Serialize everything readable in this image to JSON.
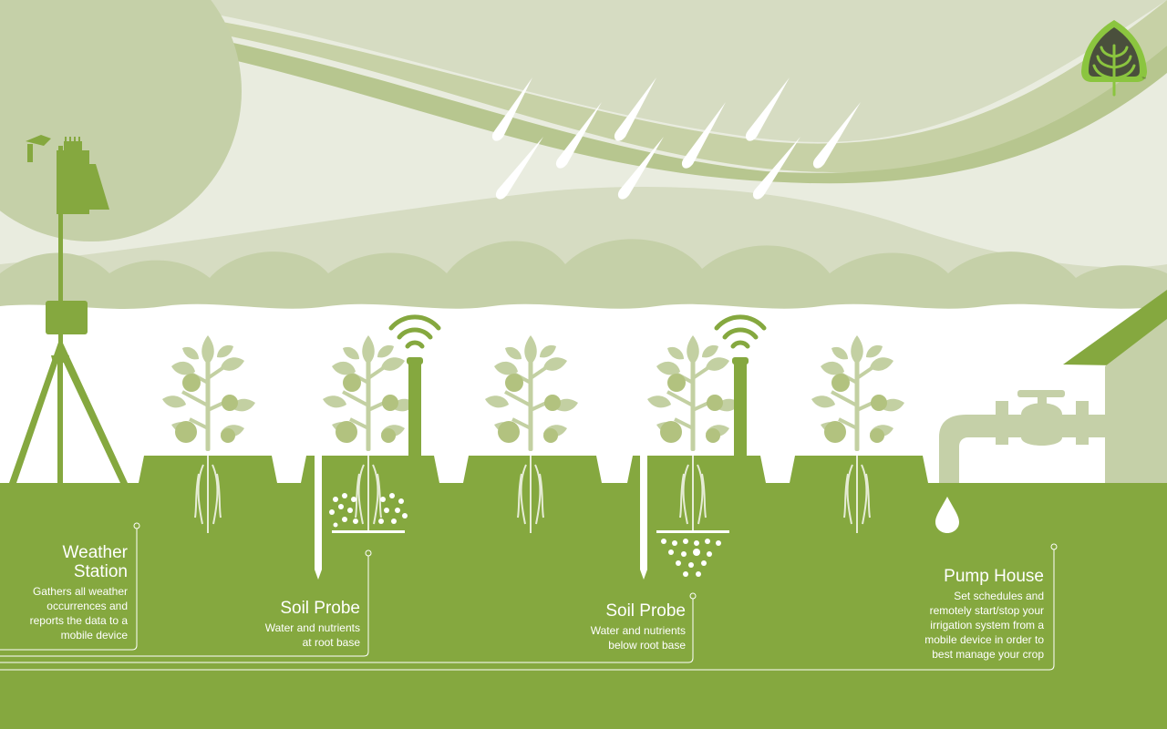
{
  "colors": {
    "sky": "#e9ecdf",
    "cloud": "#c5d0a8",
    "cloud_dark": "#b3c28d",
    "ground": "#85a83f",
    "plant": "#c3d0a2",
    "rain": "#ffffff",
    "logo_leaf": "#8bc53f",
    "logo_dark": "#4a4f3c"
  },
  "icons": [
    "weather-station-icon",
    "plant-icon",
    "wifi-signal-icon",
    "soil-probe-icon",
    "water-drop-icon",
    "pump-pipe-icon",
    "brand-logo-icon"
  ],
  "callouts": {
    "weather_station": {
      "title_line1": "Weather",
      "title_line2": "Station",
      "desc_lines": [
        "Gathers all weather",
        "occurrences and",
        "reports the data to a",
        "mobile device"
      ]
    },
    "soil_probe_1": {
      "title": "Soil Probe",
      "desc_lines": [
        "Water and nutrients",
        "at root base"
      ]
    },
    "soil_probe_2": {
      "title": "Soil Probe",
      "desc_lines": [
        "Water and nutrients",
        "below root base"
      ]
    },
    "pump_house": {
      "title": "Pump House",
      "desc_lines": [
        "Set schedules and",
        "remotely start/stop your",
        "irrigation system from a",
        "mobile device in order to",
        "best manage your crop"
      ]
    }
  },
  "logo": {
    "trademark": "™"
  }
}
